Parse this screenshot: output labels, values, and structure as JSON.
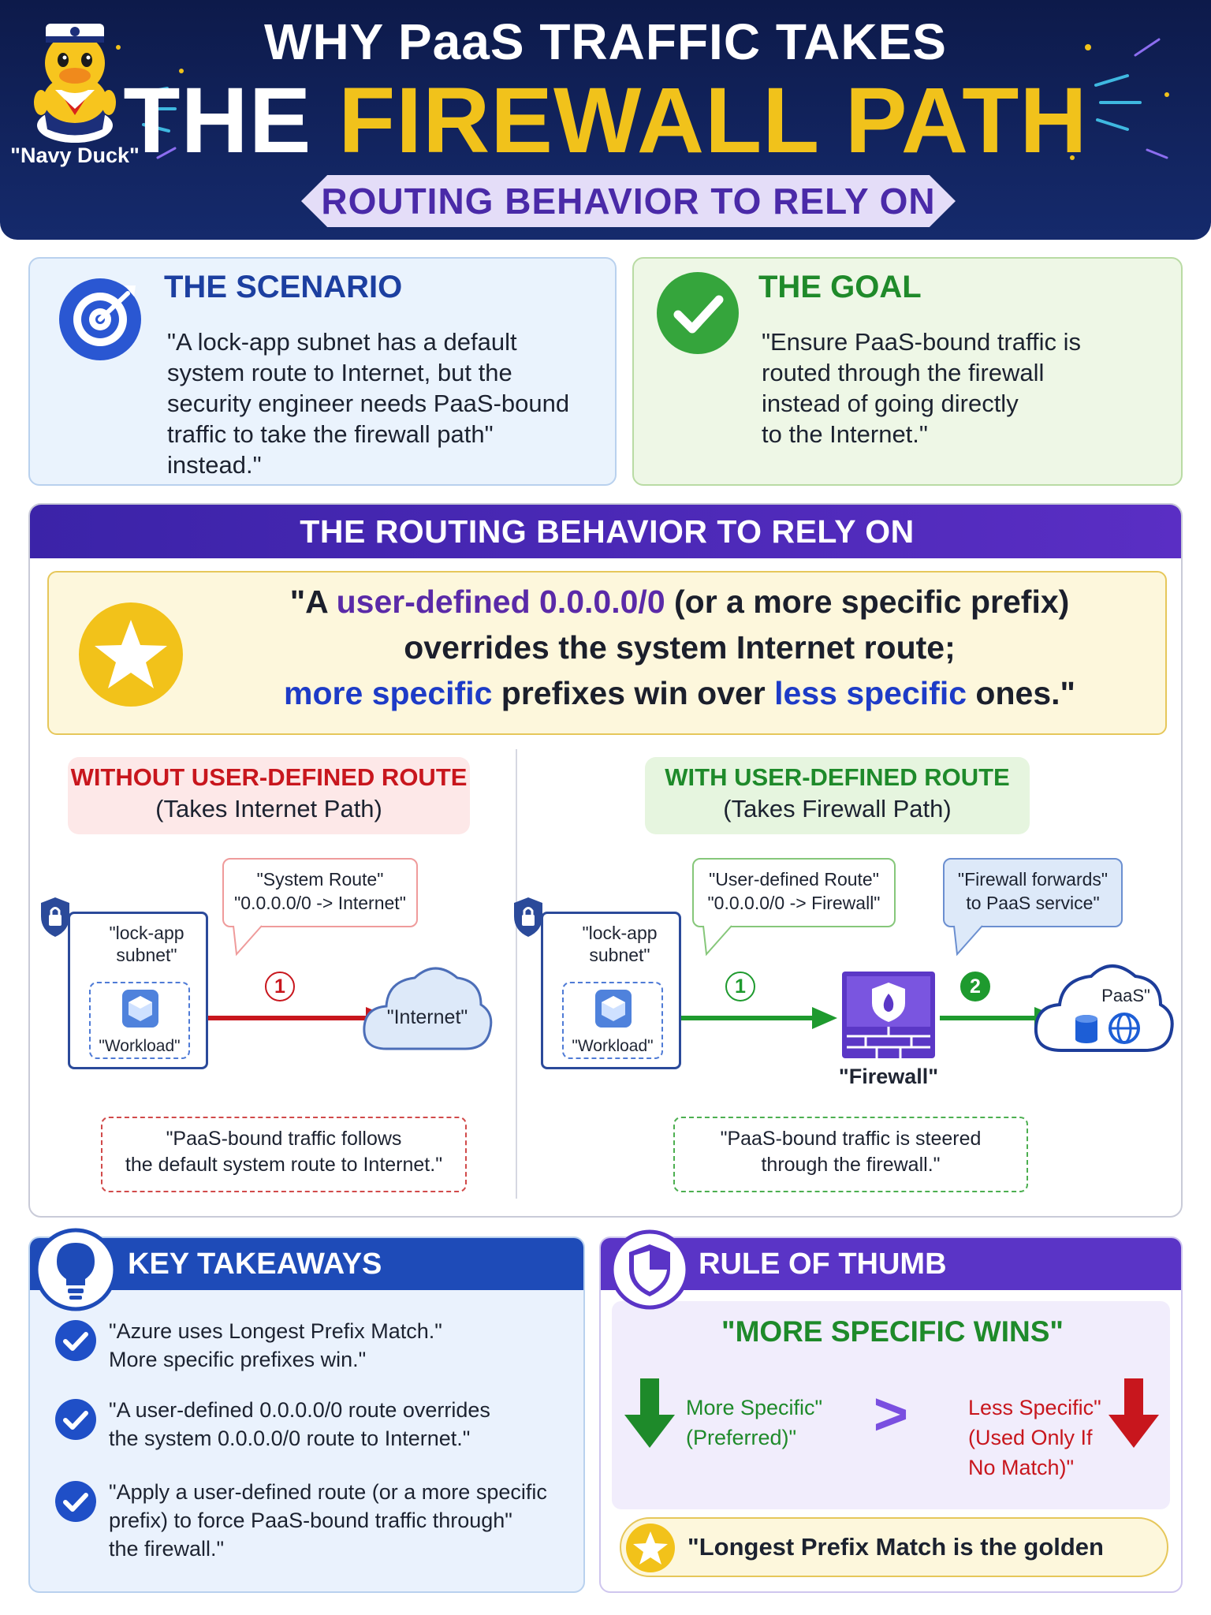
{
  "header": {
    "line1": "WHY PaaS TRAFFIC TAKES",
    "line2_white": "THE",
    "line2_gold": "FIREWALL PATH",
    "ribbon": "ROUTING BEHAVIOR TO RELY ON",
    "mascot_label": "\"Navy Duck\""
  },
  "scenario": {
    "title": "THE SCENARIO",
    "lines": [
      "\"A lock-app subnet has a default",
      "system route to Internet, but the",
      "security engineer needs PaaS-bound",
      "traffic to take the firewall path\"",
      "instead.\""
    ]
  },
  "goal": {
    "title": "THE GOAL",
    "lines": [
      "\"Ensure PaaS-bound traffic is",
      "routed through the firewall",
      "instead of going directly",
      "to the Internet.\""
    ]
  },
  "routing": {
    "header": "THE ROUTING BEHAVIOR TO RELY ON",
    "rule": {
      "l1_a": "\"A ",
      "l1_b": "user-defined 0.0.0.0/0",
      "l1_c": " (or a more specific prefix)",
      "l2": "overrides the system Internet route;",
      "l3_a": "more specific",
      "l3_b": " prefixes win over ",
      "l3_c": "less specific",
      "l3_d": " ones.\""
    },
    "without": {
      "title": "WITHOUT USER-DEFINED ROUTE",
      "subtitle": "(Takes Internet Path)",
      "callout_l1": "\"System Route\"",
      "callout_l2": "\"0.0.0.0/0 -> Internet\"",
      "subnet_l1": "\"lock-app",
      "subnet_l2": "subnet\"",
      "workload": "\"Workload\"",
      "step": "1",
      "internet": "\"Internet\"",
      "note_l1": "\"PaaS-bound traffic follows",
      "note_l2": "the default system route to Internet.\""
    },
    "with": {
      "title": "WITH USER-DEFINED ROUTE",
      "subtitle": "(Takes Firewall Path)",
      "callout1_l1": "\"User-defined Route\"",
      "callout1_l2": "\"0.0.0.0/0 -> Firewall\"",
      "callout2_l1": "\"Firewall forwards\"",
      "callout2_l2": "to PaaS service\"",
      "subnet_l1": "\"lock-app",
      "subnet_l2": "subnet\"",
      "workload": "\"Workload\"",
      "step1": "1",
      "step2": "2",
      "firewall": "\"Firewall\"",
      "paas": "PaaS\"",
      "note_l1": "\"PaaS-bound traffic is steered",
      "note_l2": "through the firewall.\""
    }
  },
  "takeaways": {
    "title": "KEY TAKEAWAYS",
    "items": [
      {
        "l1": "\"Azure uses Longest Prefix Match.\"",
        "l2": "More specific prefixes win.\""
      },
      {
        "l1": "\"A user-defined 0.0.0.0/0 route overrides",
        "l2": "the system 0.0.0.0/0 route to Internet.\""
      },
      {
        "l1": "\"Apply a user-defined route (or a more specific",
        "l2": "prefix) to force PaaS-bound traffic through\"",
        "l3": "the firewall.\""
      }
    ]
  },
  "thumb": {
    "title": "RULE OF THUMB",
    "headline": "\"MORE SPECIFIC WINS\"",
    "more_l1": "More Specific\"",
    "more_l2": "(Preferred)\"",
    "gt": ">",
    "less_l1": "Less Specific\"",
    "less_l2": "(Used Only If",
    "less_l3": "No Match)\"",
    "golden": "\"Longest Prefix Match is the golden rule.\""
  },
  "colors": {
    "navy": "#12245f",
    "gold": "#f1c21b",
    "purple": "#4a2aa8",
    "red": "#c8161d",
    "green": "#1e9a2e",
    "blue": "#1d3bc7"
  }
}
